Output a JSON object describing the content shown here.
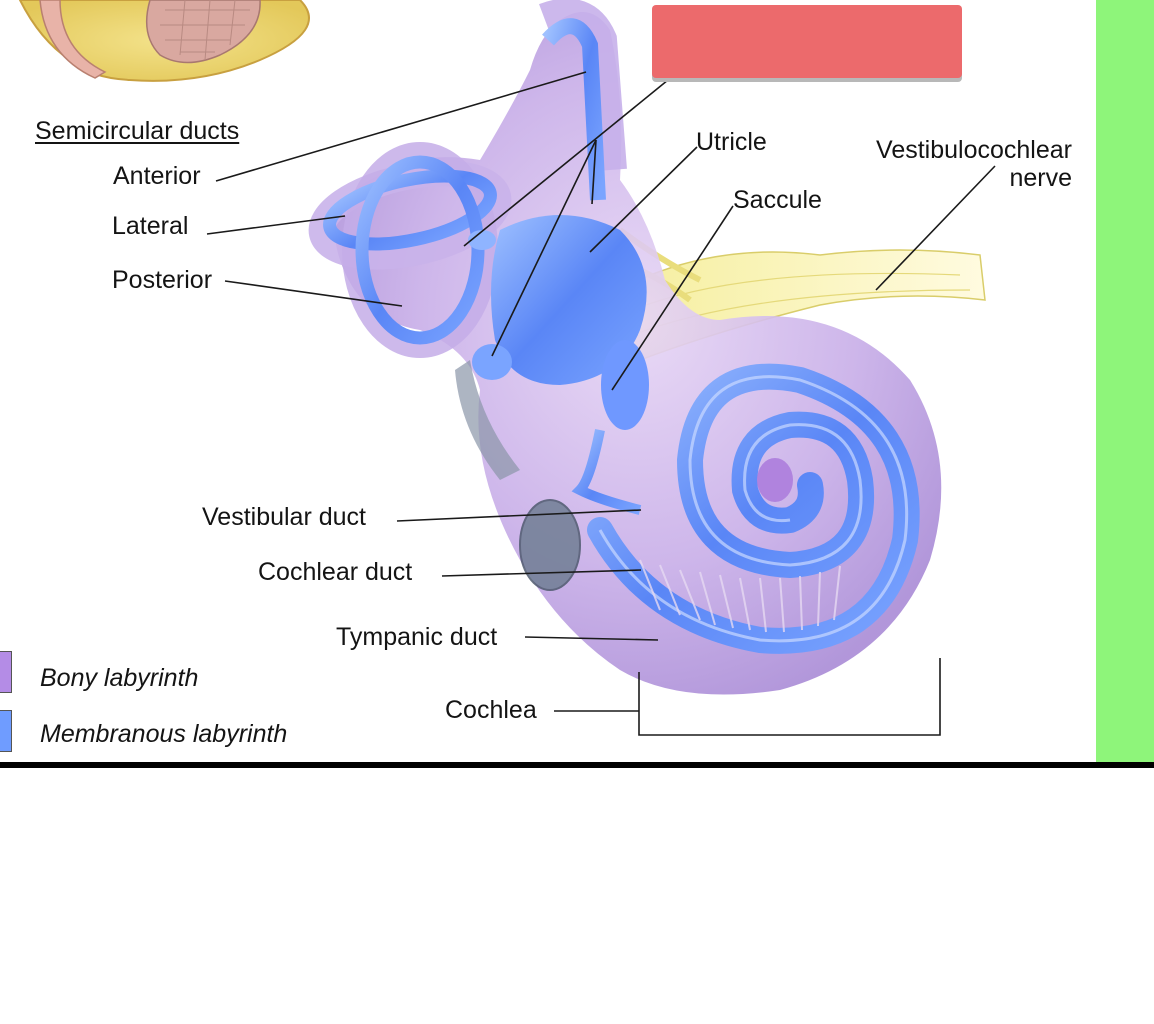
{
  "diagram": {
    "heading": "Semicircular ducts",
    "labels": {
      "anterior": "Anterior",
      "lateral": "Lateral",
      "posterior": "Posterior",
      "utricle": "Utricle",
      "saccule": "Saccule",
      "nerve_line1": "Vestibulocochlear",
      "nerve_line2": "nerve",
      "vestibular_duct": "Vestibular duct",
      "cochlear_duct": "Cochlear duct",
      "tympanic_duct": "Tympanic duct",
      "cochlea": "Cochlea"
    },
    "legend": [
      {
        "label": "Bony labyrinth",
        "color": "#b48ce6"
      },
      {
        "label": "Membranous labyrinth",
        "color": "#6f9cff"
      }
    ]
  },
  "colors": {
    "side_panel": "#8ef57a",
    "cover_box": "#ec6a6c",
    "divider": "#000000"
  }
}
